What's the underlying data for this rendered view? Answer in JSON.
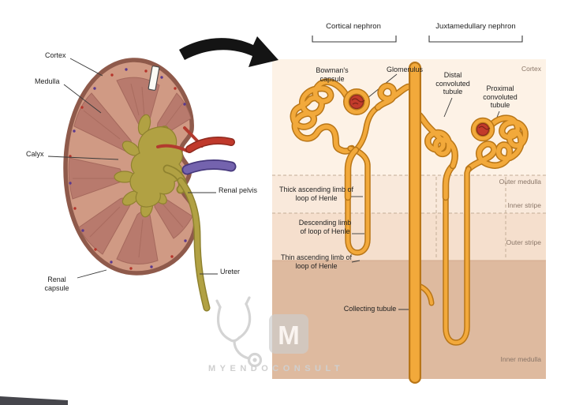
{
  "kidney": {
    "labels": {
      "cortex": "Cortex",
      "medulla": "Medulla",
      "calyx": "Calyx",
      "renal_pelvis": "Renal pelvis",
      "ureter": "Ureter",
      "renal_capsule": "Renal capsule"
    }
  },
  "nephron": {
    "headers": {
      "cortical": "Cortical nephron",
      "juxtamedullary": "Juxtamedullary nephron"
    },
    "zones": {
      "cortex": "Cortex",
      "outer_medulla": "Outer medulla",
      "inner_stripe": "Inner stripe",
      "outer_stripe": "Outer stripe",
      "inner_medulla": "Inner medulla"
    },
    "labels": {
      "bowmans_capsule": "Bowman's capsule",
      "glomerulus": "Glomerulus",
      "distal_tubule": "Distal convoluted tubule",
      "proximal_tubule": "Proximal convoluted tubule",
      "thick_ascending": "Thick ascending limb of loop of Henle",
      "descending": "Descending limb of loop of Henle",
      "thin_ascending": "Thin ascending limb of loop of Henle",
      "collecting_tubule": "Collecting tubule"
    }
  },
  "watermark": {
    "text": "MYENDOCONSULT",
    "logo_letter": "M"
  },
  "colors": {
    "tubule": "#f2a93b",
    "tubule_outline": "#b97617",
    "glomerulus": "#c23b2b",
    "zone_cortex": "#fdf2e6",
    "zone_outer_medulla": "#f9e9db",
    "zone_outer_stripe": "#f5dfcd",
    "zone_inner_medulla": "#deba9f",
    "kidney_cortex": "#d09a84",
    "kidney_capsule": "#8f5a4b",
    "kidney_medulla": "#b87a6d",
    "kidney_pelvis": "#b1a143",
    "artery": "#b23a2e",
    "vein": "#7463ae",
    "watermark": "#cdcdcd"
  }
}
